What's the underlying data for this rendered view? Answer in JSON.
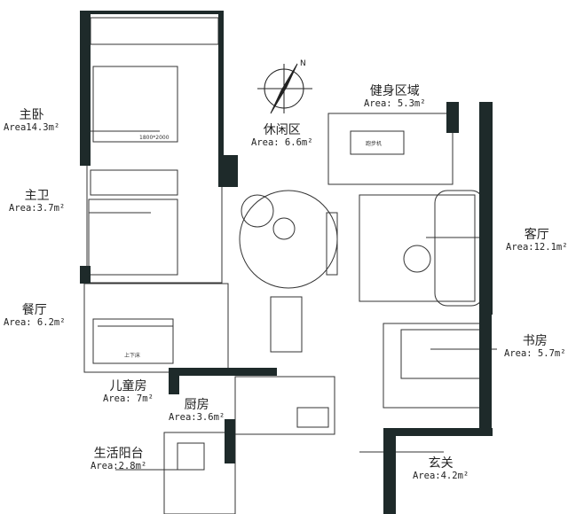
{
  "plan": {
    "compass_label": "N",
    "rooms": [
      {
        "name": "主卧",
        "area": "Area14.3m²"
      },
      {
        "name": "主卫",
        "area": "Area:3.7m²"
      },
      {
        "name": "休闲区",
        "area": "Area: 6.6m²"
      },
      {
        "name": "健身区域",
        "area": "Area: 5.3m²"
      },
      {
        "name": "客厅",
        "area": "Area:12.1m²"
      },
      {
        "name": "餐厅",
        "area": "Area: 6.2m²"
      },
      {
        "name": "书房",
        "area": "Area: 5.7m²"
      },
      {
        "name": "儿童房",
        "area": "Area: 7m²"
      },
      {
        "name": "厨房",
        "area": "Area:3.6m²"
      },
      {
        "name": "生活阳台",
        "area": "Area:2.8m²"
      },
      {
        "name": "玄关",
        "area": "Area:4.2m²"
      }
    ],
    "furniture_labels": {
      "treadmill": "跑步机",
      "bed_size": "1800*2000",
      "bunk_bed": "上下床"
    },
    "colors": {
      "wall": "#1e2a2a",
      "line": "#333333"
    }
  }
}
